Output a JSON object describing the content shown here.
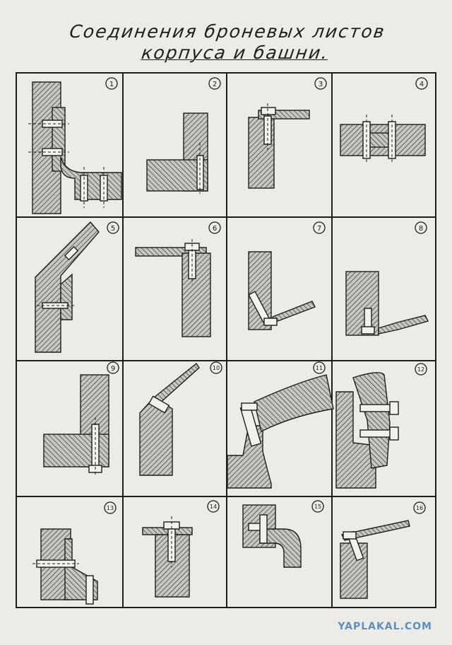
{
  "title": {
    "line1": "Соединения броневых листов",
    "line2": "корпуса и башни."
  },
  "panels": [
    {
      "number": "1"
    },
    {
      "number": "2"
    },
    {
      "number": "3"
    },
    {
      "number": "4"
    },
    {
      "number": "5"
    },
    {
      "number": "6"
    },
    {
      "number": "7"
    },
    {
      "number": "8"
    },
    {
      "number": "9"
    },
    {
      "number": "10"
    },
    {
      "number": "11"
    },
    {
      "number": "12"
    },
    {
      "number": "13"
    },
    {
      "number": "14"
    },
    {
      "number": "15"
    },
    {
      "number": "16"
    }
  ],
  "watermark": "YAPLAKAL.COM",
  "colors": {
    "paper": "#ecebe7",
    "ink": "#1d1d1d",
    "hatch": "#2a2a2a",
    "watermark": "#5f8fb8"
  }
}
